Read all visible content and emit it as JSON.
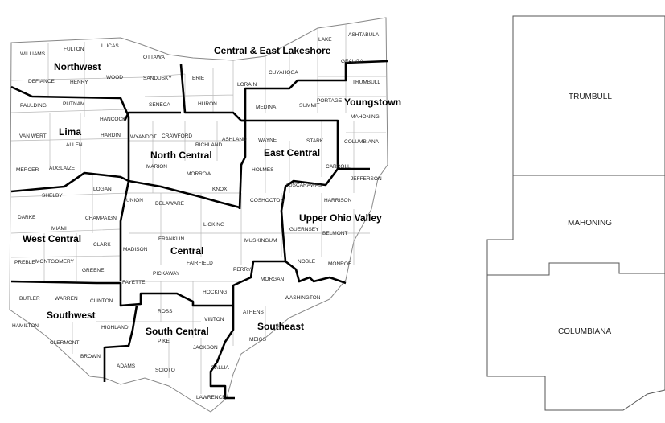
{
  "map": {
    "regions": [
      {
        "id": "northwest",
        "label": "Northwest"
      },
      {
        "id": "central-east-lakeshore",
        "label": "Central & East Lakeshore"
      },
      {
        "id": "youngstown",
        "label": "Youngstown"
      },
      {
        "id": "lima",
        "label": "Lima"
      },
      {
        "id": "north-central",
        "label": "North Central"
      },
      {
        "id": "east-central",
        "label": "East Central"
      },
      {
        "id": "upper-ohio-valley",
        "label": "Upper Ohio Valley"
      },
      {
        "id": "west-central",
        "label": "West Central"
      },
      {
        "id": "central",
        "label": "Central"
      },
      {
        "id": "southwest",
        "label": "Southwest"
      },
      {
        "id": "south-central",
        "label": "South Central"
      },
      {
        "id": "southeast",
        "label": "Southeast"
      }
    ],
    "counties": [
      "WILLIAMS",
      "FULTON",
      "LUCAS",
      "OTTAWA",
      "LAKE",
      "ASHTABULA",
      "DEFIANCE",
      "HENRY",
      "WOOD",
      "SANDUSKY",
      "ERIE",
      "LORAIN",
      "CUYAHOGA",
      "GEAUGA",
      "TRUMBULL",
      "PAULDING",
      "PUTNAM",
      "SENECA",
      "HURON",
      "MEDINA",
      "SUMMIT",
      "PORTAGE",
      "HANCOCK",
      "WYANDOT",
      "CRAWFORD",
      "ASHLAND",
      "RICHLAND",
      "WAYNE",
      "STARK",
      "MAHONING",
      "VAN WERT",
      "ALLEN",
      "COLUMBIANA",
      "HARDIN",
      "MARION",
      "MORROW",
      "HOLMES",
      "CARROLL",
      "MERCER",
      "AUGLAIZE",
      "JEFFERSON",
      "KNOX",
      "TUSCARAWAS",
      "HARRISON",
      "LOGAN",
      "UNION",
      "DELAWARE",
      "COSHOCTON",
      "SHELBY",
      "CHAMPAIGN",
      "LICKING",
      "DARKE",
      "MIAMI",
      "MUSKINGUM",
      "GUERNSEY",
      "BELMONT",
      "CLARK",
      "FRANKLIN",
      "MADISON",
      "PREBLE",
      "MONTGOMERY",
      "FAIRFIELD",
      "NOBLE",
      "MONROE",
      "GREENE",
      "PERRY",
      "FAYETTE",
      "PICKAWAY",
      "MORGAN",
      "HOCKING",
      "BUTLER",
      "WARREN",
      "CLINTON",
      "WASHINGTON",
      "ROSS",
      "VINTON",
      "ATHENS",
      "HAMILTON",
      "HIGHLAND",
      "CLERMONT",
      "PIKE",
      "JACKSON",
      "MEIGS",
      "BROWN",
      "ADAMS",
      "SCIOTO",
      "GALLIA",
      "LAWRENCE"
    ]
  },
  "inset": {
    "counties": [
      "TRUMBULL",
      "MAHONING",
      "COLUMBIANA"
    ]
  }
}
